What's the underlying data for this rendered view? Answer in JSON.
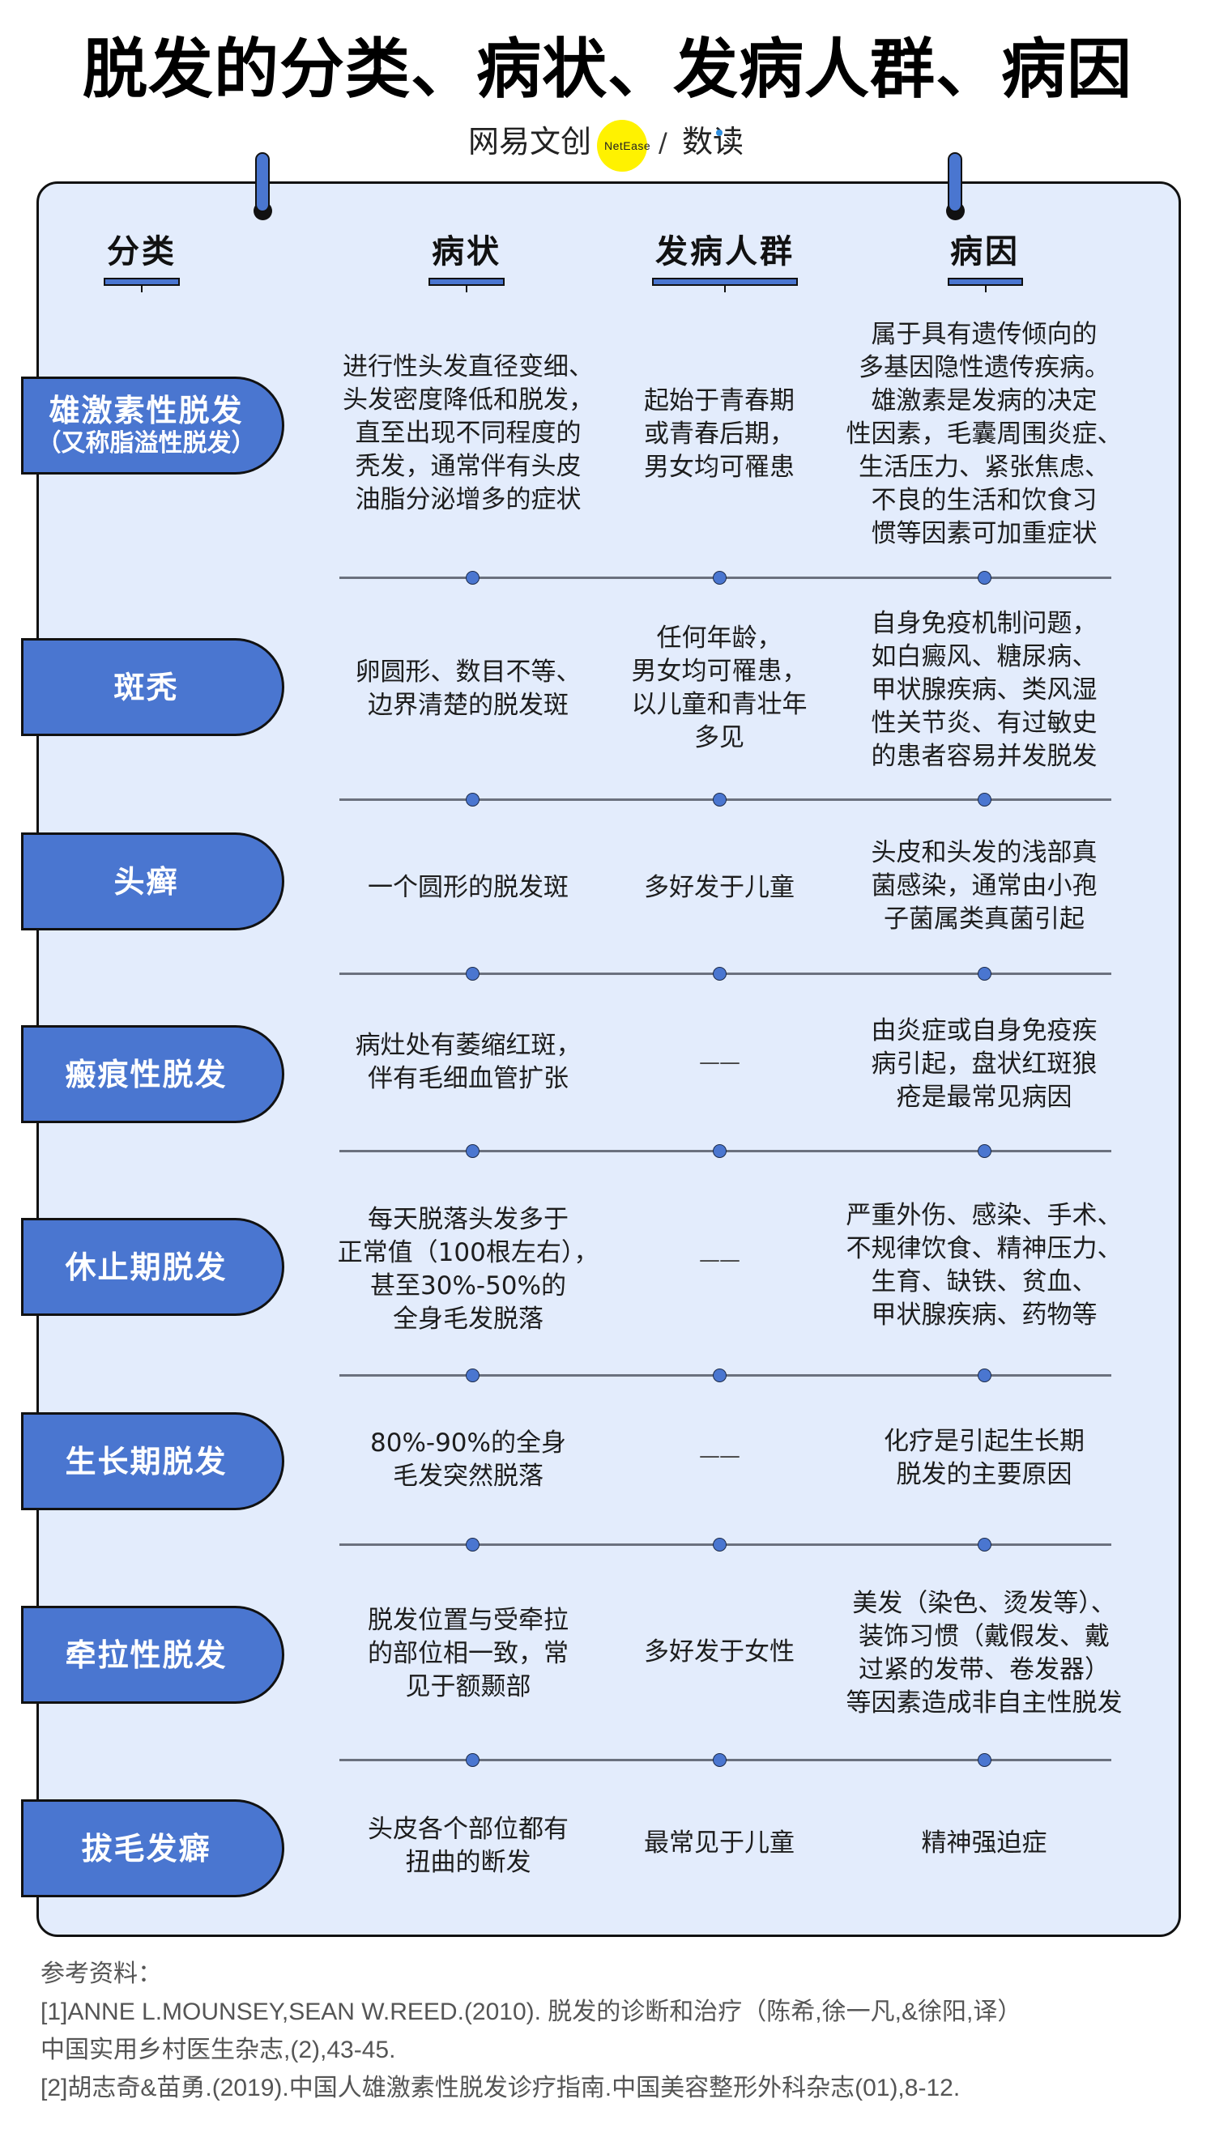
{
  "title": "脱发的分类、病状、发病人群、病因",
  "logo": {
    "brand_cn": "网易文创",
    "brand_en": "NetEase",
    "separator": "/",
    "column": "数读"
  },
  "colors": {
    "accent_blue": "#4a76d0",
    "card_bg": "#e3ecfc",
    "logo_yellow": "#fff200",
    "text": "#1d1d1d",
    "reference_gray": "#555555",
    "divider_gray": "#6b717e"
  },
  "headers": [
    {
      "label": "分类"
    },
    {
      "label": "病状"
    },
    {
      "label": "发病人群"
    },
    {
      "label": "病因"
    }
  ],
  "rows": [
    {
      "category": "雄激素性脱发",
      "category_note": "（又称脂溢性脱发）",
      "symptoms": "进行性头发直径变细、\n头发密度降低和脱发，\n直至出现不同程度的\n秃发，通常伴有头皮\n油脂分泌增多的症状",
      "population": "起始于青春期\n或青春后期，\n男女均可罹患",
      "cause": "属于具有遗传倾向的\n多基因隐性遗传疾病。\n雄激素是发病的决定\n性因素，毛囊周围炎症、\n生活压力、紧张焦虑、\n不良的生活和饮食习\n惯等因素可加重症状"
    },
    {
      "category": "斑秃",
      "symptoms": "卵圆形、数目不等、\n边界清楚的脱发斑",
      "population": "任何年龄，\n男女均可罹患，\n以儿童和青壮年\n多见",
      "cause": "自身免疫机制问题，\n如白癜风、糖尿病、\n甲状腺疾病、类风湿\n性关节炎、有过敏史\n的患者容易并发脱发"
    },
    {
      "category": "头癣",
      "symptoms": "一个圆形的脱发斑",
      "population": "多好发于儿童",
      "cause": "头皮和头发的浅部真\n菌感染，通常由小孢\n子菌属类真菌引起"
    },
    {
      "category": "瘢痕性脱发",
      "symptoms": "病灶处有萎缩红斑，\n伴有毛细血管扩张",
      "population": "——",
      "cause": "由炎症或自身免疫疾\n病引起，盘状红斑狼\n疮是最常见病因"
    },
    {
      "category": "休止期脱发",
      "symptoms": "每天脱落头发多于\n正常值（100根左右），\n甚至30%-50%的\n全身毛发脱落",
      "population": "——",
      "cause": "严重外伤、感染、手术、\n不规律饮食、精神压力、\n生育、缺铁、贫血、\n甲状腺疾病、药物等"
    },
    {
      "category": "生长期脱发",
      "symptoms": "80%-90%的全身\n毛发突然脱落",
      "population": "——",
      "cause": "化疗是引起生长期\n脱发的主要原因"
    },
    {
      "category": "牵拉性脱发",
      "symptoms": "脱发位置与受牵拉\n的部位相一致，常\n见于额颞部",
      "population": "多好发于女性",
      "cause": "美发（染色、烫发等）、\n装饰习惯（戴假发、戴\n过紧的发带、卷发器）\n等因素造成非自主性脱发"
    },
    {
      "category": "拔毛发癖",
      "symptoms": "头皮各个部位都有\n扭曲的断发",
      "population": "最常见于儿童",
      "cause": "精神强迫症"
    }
  ],
  "references": {
    "heading": "参考资料：",
    "lines": [
      "[1]ANNE L.MOUNSEY,SEAN W.REED.(2010). 脱发的诊断和治疗（陈希,徐一凡,&徐阳,译）",
      "中国实用乡村医生杂志,(2),43-45.",
      "[2]胡志奇&苗勇.(2019).中国人雄激素性脱发诊疗指南.中国美容整形外科杂志(01),8-12."
    ]
  }
}
